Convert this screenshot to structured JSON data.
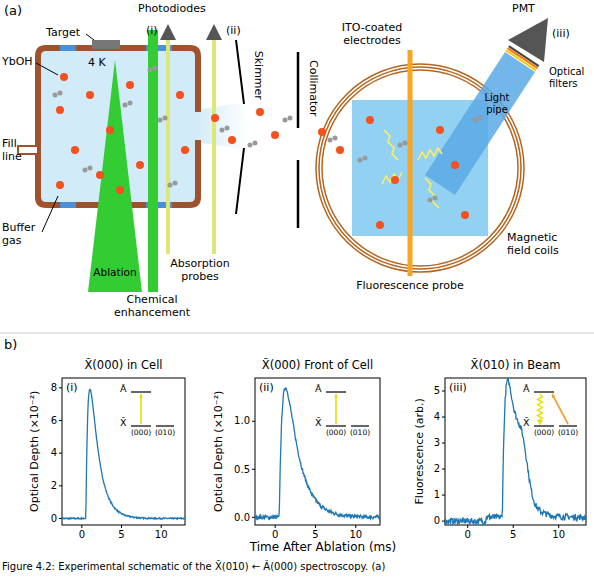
{
  "diagram": {
    "caption": "Figure 4.2: Experimental schematic of the X̃(010) ← Ã(000) spectroscopy. (a)",
    "labels": [
      "(a)",
      "Photodiodes",
      "(i)",
      "(ii)",
      "PMT",
      "(iii)",
      "Target",
      "YbOH",
      "4 K",
      "ITO-coated electrodes",
      "Skimmer",
      "Collimator",
      "Light pipe",
      "Optical filters",
      "Fill line",
      "Buffer gas",
      "Ablation",
      "Absorption probes",
      "Chemical enhancement",
      "Magnetic field coils",
      "Fluorescence probe",
      "b)",
      "X̃(000) in Cell",
      "X̃(000) Front of Cell",
      "X̃(010) in Beam",
      "Optical Depth (×10⁻²)",
      "0",
      "2",
      "4",
      "6",
      "8",
      "0",
      "5",
      "10",
      "(i)",
      "Ã",
      "X̃",
      "(000)",
      "(010)",
      "Optical Depth (×10⁻²)",
      "0.0",
      "0.5",
      "1.0",
      "0",
      "5",
      "10",
      "(ii)",
      "Ã",
      "X̃",
      "(000)",
      "(010)",
      "Fluorescence (arb.)",
      "0",
      "1",
      "2",
      "3",
      "4",
      "5",
      "0",
      "5",
      "10",
      "(iii)",
      "Ã",
      "X̃",
      "(000)",
      "(010)",
      "Time After Ablation (ms)"
    ]
  }
}
